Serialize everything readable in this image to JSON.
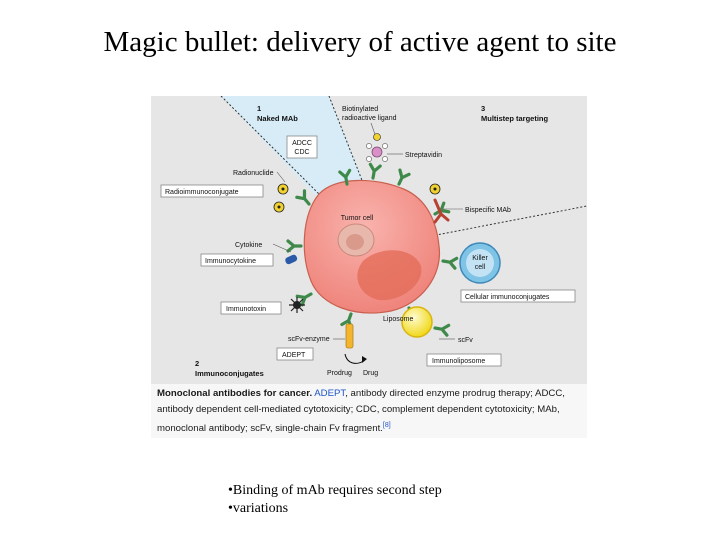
{
  "slide": {
    "title": "Magic bullet:  delivery of active agent to site",
    "bullets": [
      "Binding of mAb requires second step",
      "variations"
    ],
    "bullet_char": "•"
  },
  "figure": {
    "section_numbers": [
      "1",
      "3",
      "2"
    ],
    "section_titles": {
      "naked": "Naked MAb",
      "multistep": "Multistep targeting",
      "immunoconjugates": "Immunoconjugates"
    },
    "labels": {
      "adcc": "ADCC",
      "cdc": "CDC",
      "biotinylated_1": "Biotinylated",
      "biotinylated_2": "radioactive ligand",
      "streptavidin": "Streptavidin",
      "radionuclide": "Radionuclide",
      "radioimmunoconjugate": "Radioimmunoconjugate",
      "bispecific": "Bispecific MAb",
      "tumor_cell": "Tumor cell",
      "cytokine": "Cytokine",
      "immunocytokine": "Immunocytokine",
      "killer_1": "Killer",
      "killer_2": "cell",
      "cellular": "Cellular immunoconjugates",
      "immunotoxin": "Immunotoxin",
      "liposome": "Liposome",
      "scfv_enzyme": "scFv-enzyme",
      "adept": "ADEPT",
      "scfv": "scFv",
      "immunoliposome": "Immunoliposome",
      "prodrug": "Prodrug",
      "drug": "Drug"
    },
    "caption": {
      "bold": "Monoclonal antibodies for cancer.",
      "adept": "ADEPT",
      "rest": ", antibody directed enzyme prodrug therapy; ADCC, antibody dependent cell-mediated cytotoxicity; CDC, complement dependent cytotoxicity; MAb, monoclonal antibody; scFv, single-chain Fv fragment.",
      "ref": "[8]"
    },
    "colors": {
      "background": "#e6e6e6",
      "naked_zone": "#d7ecf7",
      "tumor": "#f08a8a",
      "killer": "#7fc3e6",
      "liposome": "#f4e23a",
      "antibody": "#3f8a4a",
      "adept_link": "#1e55c7"
    }
  }
}
